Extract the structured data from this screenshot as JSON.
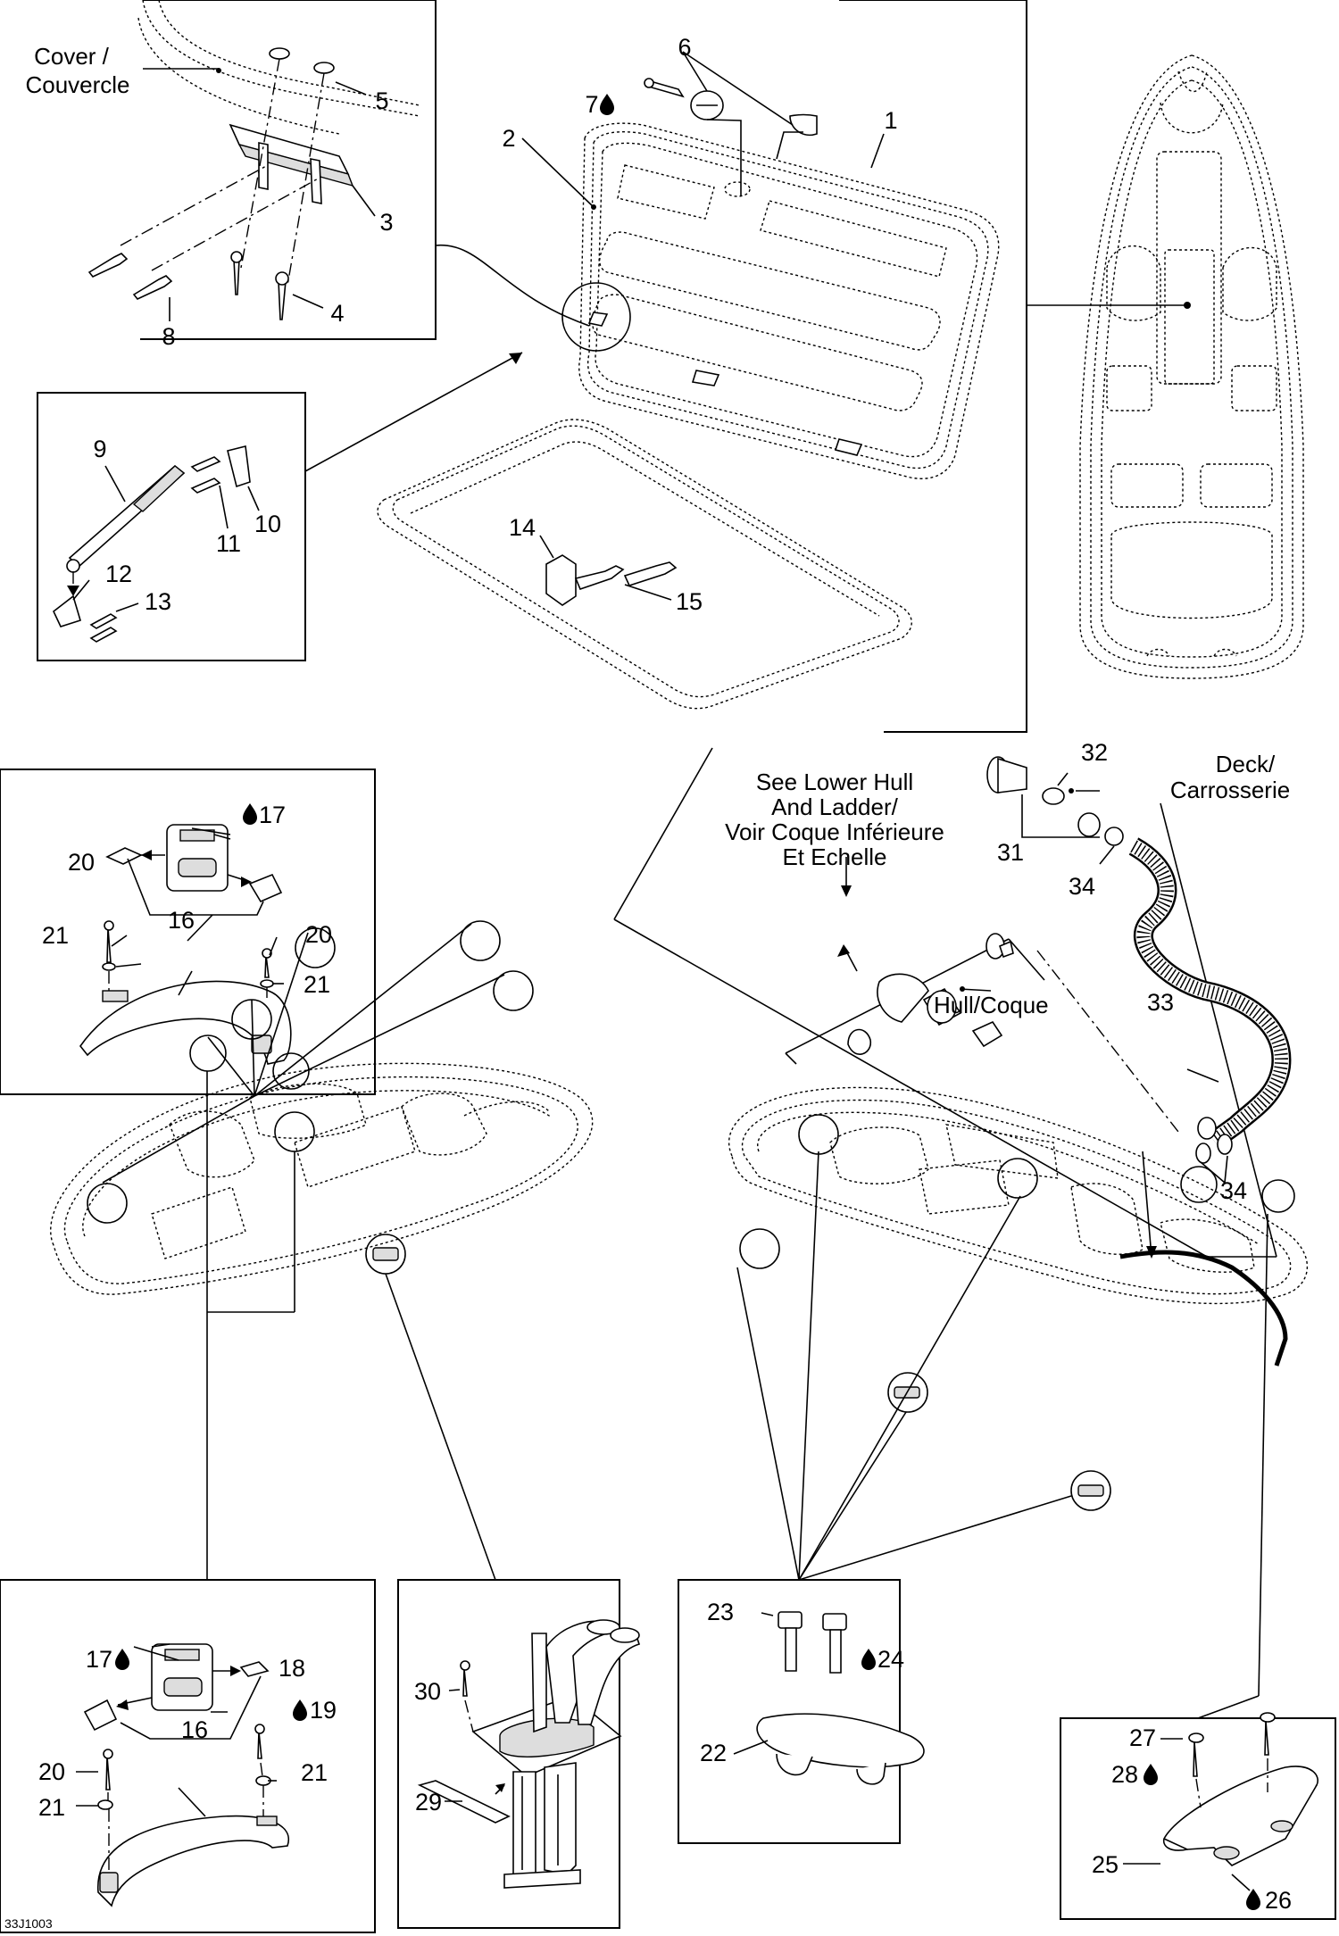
{
  "diagram": {
    "footer_code": "33J1003",
    "notes": {
      "cover": [
        "Cover /",
        "Couvercle"
      ],
      "see_lower_hull": [
        "See Lower Hull",
        "And Ladder/",
        "Voir Coque Inférieure",
        "Et Echelle"
      ],
      "deck": [
        "Deck/",
        "Carrosserie"
      ],
      "hull": "Hull/Coque"
    },
    "part_numbers": {
      "p1": "1",
      "p2": "2",
      "p3": "3",
      "p4": "4",
      "p5": "5",
      "p6": "6",
      "p7": "7",
      "p8": "8",
      "p9": "9",
      "p10": "10",
      "p11": "11",
      "p12": "12",
      "p13": "13",
      "p14": "14",
      "p15": "15",
      "p16a": "16",
      "p16b": "16",
      "p17a": "17",
      "p17b": "17",
      "p18": "18",
      "p19": "19",
      "p20a": "20",
      "p20b": "20",
      "p20c": "20",
      "p21a": "21",
      "p21b": "21",
      "p21c": "21",
      "p21d": "21",
      "p22": "22",
      "p23": "23",
      "p24": "24",
      "p25": "25",
      "p26": "26",
      "p27": "27",
      "p28": "28",
      "p29": "29",
      "p30": "30",
      "p31": "31",
      "p32": "32",
      "p33": "33",
      "p34a": "34",
      "p34b": "34"
    },
    "icons": [
      "adhesive-drop-icon"
    ]
  }
}
